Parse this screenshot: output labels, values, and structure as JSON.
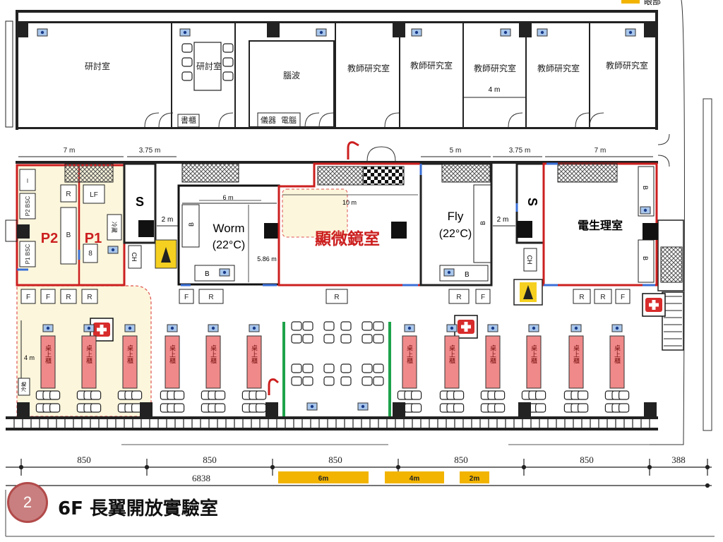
{
  "page": {
    "title": "6F 長翼開放實驗室",
    "page_number": "2"
  },
  "rooms": {
    "seminar1": "研討室",
    "seminar2": "研討室",
    "brainwave": "腦波",
    "faculty1": "教師研究室",
    "faculty2": "教師研究室",
    "faculty3": "教師研究室",
    "faculty4": "教師研究室",
    "faculty5": "教師研究室",
    "bookcase": "書櫃",
    "instrument": "儀器",
    "computer": "電腦",
    "p2": "P2",
    "p1": "P1",
    "worm": "Worm",
    "worm_temp": "(22°C)",
    "microscope": "顯微鏡室",
    "fly": "Fly",
    "fly_temp": "(22°C)",
    "electrophys": "電生理室",
    "s_left": "S",
    "s_right": "S"
  },
  "labels": {
    "benchtop": "桌上櫃",
    "b": "B",
    "r": "R",
    "f": "F",
    "lf": "LF",
    "i": "I",
    "ch": "CH",
    "p2bsc": "P2 BSC",
    "p1bsc": "P1 BSC",
    "eight": "8",
    "small_box": "冷箱",
    "side": "冷藏"
  },
  "dims": {
    "d7m_left": "7 m",
    "d375_left": "3.75 m",
    "d5m": "5 m",
    "d375_right": "3.75 m",
    "d7m_right": "7 m",
    "d4m_top": "4 m",
    "d6m": "6 m",
    "d10m": "10 m",
    "d586m": "5.86 m",
    "d2m_left": "2 m",
    "d2m_right": "2 m",
    "d4m_side": "4 m"
  },
  "scale": {
    "s1": "850",
    "s2": "850",
    "s3": "850",
    "s4": "850",
    "s5": "850",
    "s6": "388",
    "total": "6838"
  },
  "legend": {
    "six": "6m",
    "four": "4m",
    "two": "2m"
  },
  "top_right": "眼部",
  "colors": {
    "red": "#cc1f1f",
    "yellow_area": "#fbf6dc",
    "blue": "#3a6fd6",
    "green": "#1ea34b",
    "bench_pink": "#f08a8a",
    "legend_bar": "#f2b400"
  }
}
